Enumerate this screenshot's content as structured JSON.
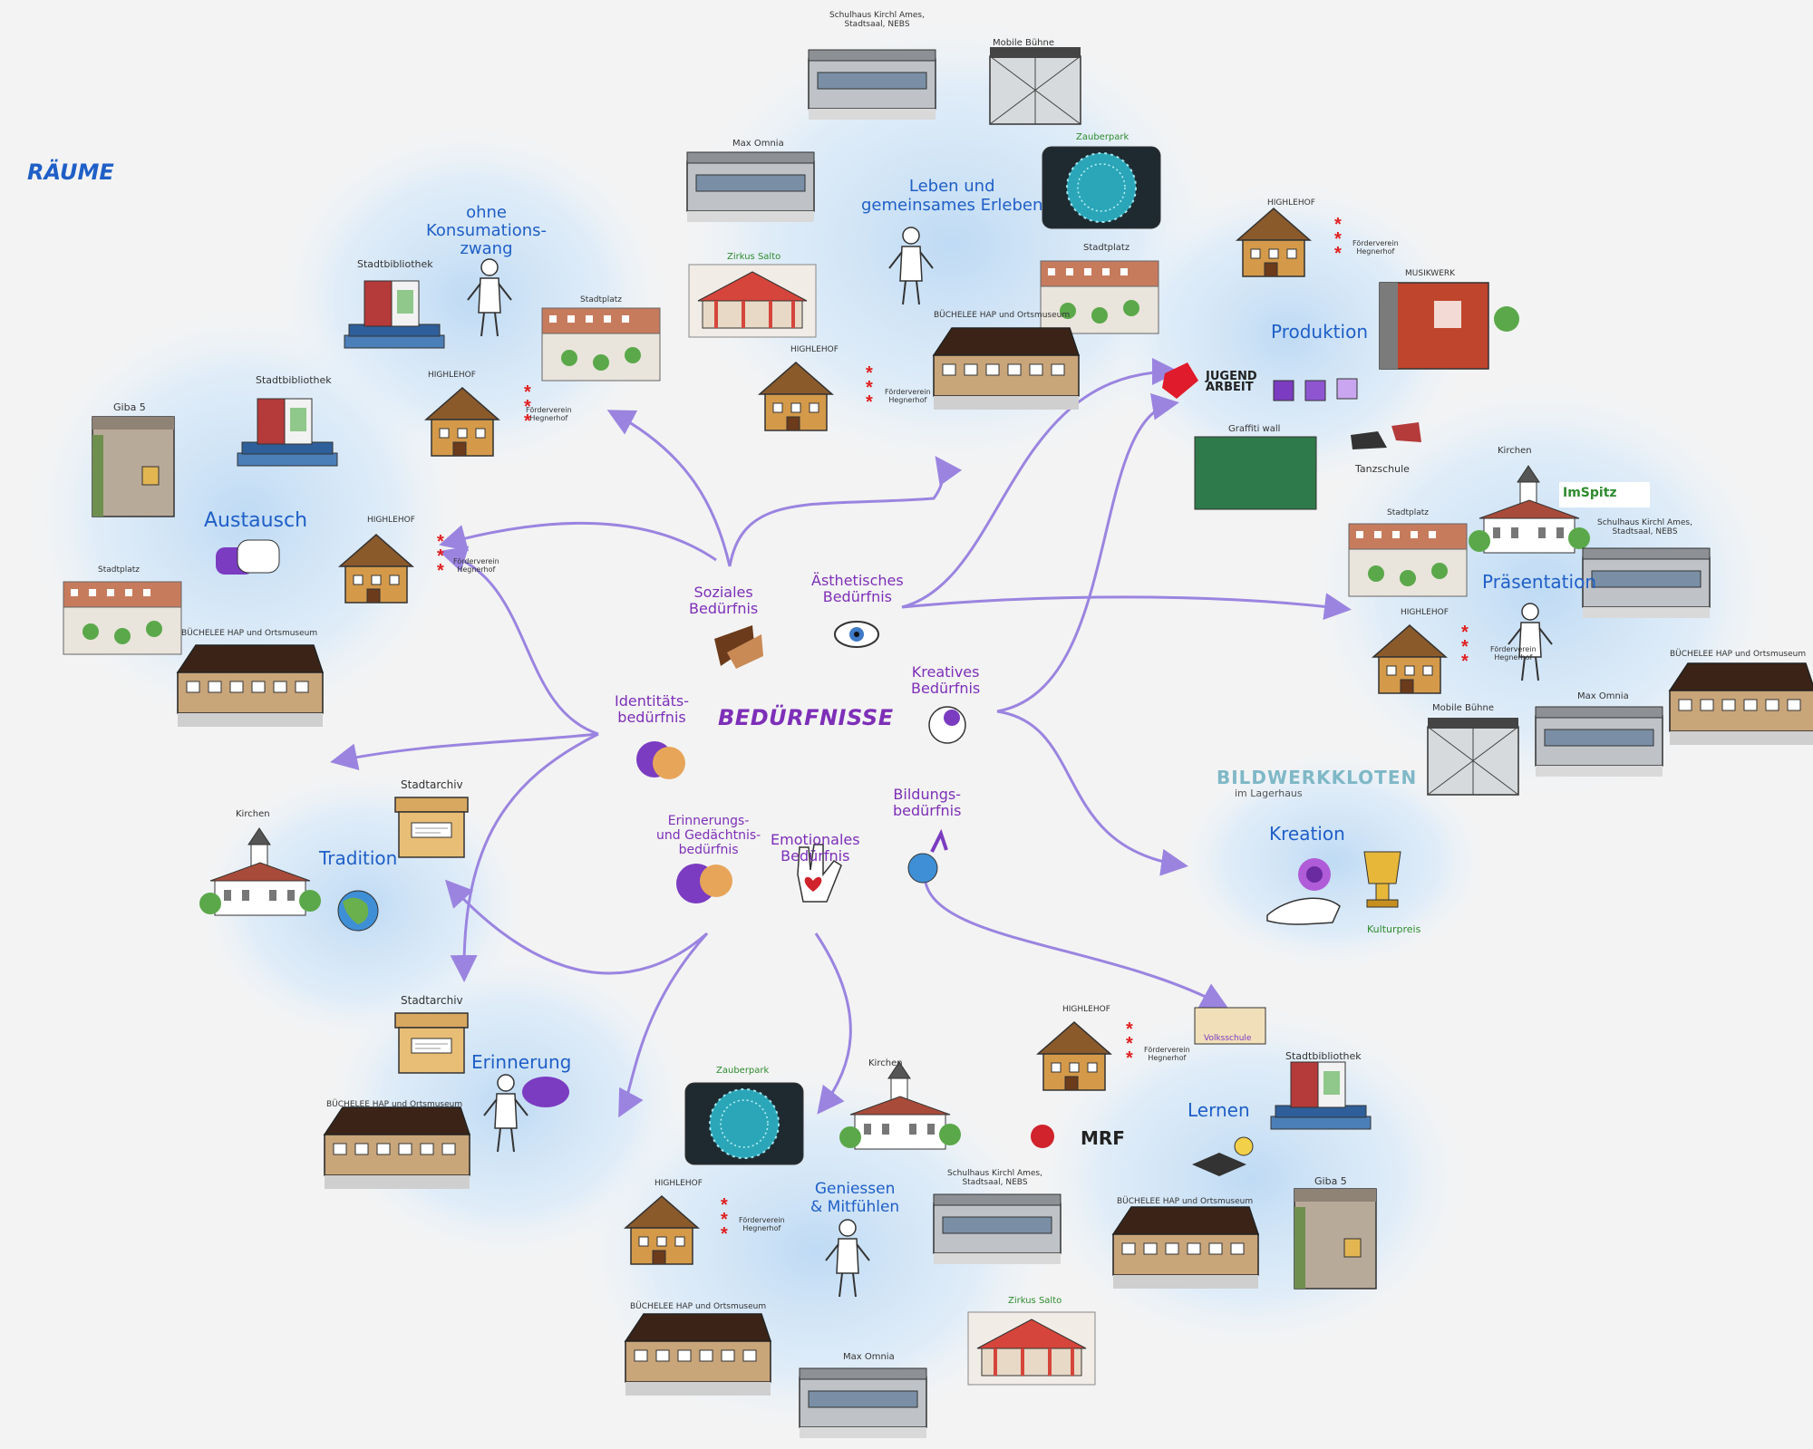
{
  "header": {
    "raeume_label": "RÄUME",
    "center_title": "BEDÜRFNISSE"
  },
  "needs": {
    "sozial": "Soziales\nBedürfnis",
    "aesthetisch": "Ästhetisches\nBedürfnis",
    "identitaet": "Identitäts-\nbedürfnis",
    "kreativ": "Kreatives\nBedürfnis",
    "bildung": "Bildungs-\nbedürfnis",
    "erinnerung": "Erinnerungs-\nund Gedächtnis-\nbedürfnis",
    "emotional": "Emotionales\nBedürfnis"
  },
  "clusters": {
    "konsum": "ohne\nKonsumations-\nzwang",
    "leben": "Leben und\ngemeinsames Erleben",
    "austausch": "Austausch",
    "produktion": "Produktion",
    "praesentation": "Präsentation",
    "kreation": "Kreation",
    "tradition": "Tradition",
    "erinnerung": "Erinnerung",
    "geniessen": "Geniessen\n& Mitfühlen",
    "lernen": "Lernen"
  },
  "places": {
    "stadtbibliothek": "Stadtbibliothek",
    "stadtplatz": "Stadtplatz",
    "hiltenhof": "HIGHLEHOF",
    "foerderverein": "Förderverein\nHegnerhof",
    "giba": "Giba 5",
    "buechelee": "BÜCHELEE HAP und Ortsmuseum",
    "schulhaus": "Schulhaus Kirchl Ames,\nStadtsaal, NEBS",
    "mobile_buehne": "Mobile Bühne",
    "max_omnia": "Max Omnia",
    "zauberpark": "Zauberpark",
    "zirkus": "Zirkus Salto",
    "musikwerk": "MUSIKWERK",
    "graffiti": "Graffiti wall",
    "tanzschule": "Tanzschule",
    "kirchen": "Kirchen",
    "stadtarchiv": "Stadtarchiv",
    "kulturpreis": "Kulturpreis",
    "volkshochschule": "Volksschule"
  },
  "logos": {
    "jugendarbeit": "JUGEND\nARBEIT",
    "imspitz": "ImSpitz",
    "bildwerk": "BILDWERKKLOTEN",
    "bildwerk_sub": "im Lagerhaus",
    "mrf": "MRF"
  },
  "colors": {
    "arrow": "#9a84e0",
    "need_text": "#7d2fb8",
    "cluster_title": "#1f5fc7",
    "cloud": "#cfe4f7"
  }
}
